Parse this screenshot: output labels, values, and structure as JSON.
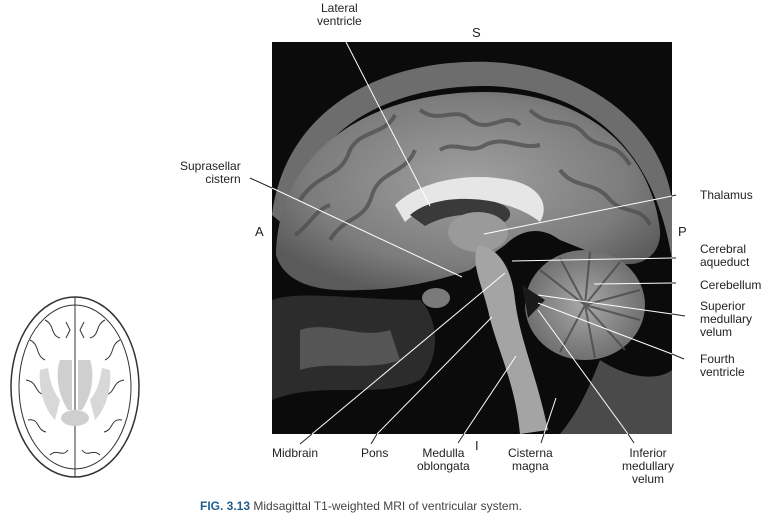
{
  "orientation": {
    "superior": "S",
    "inferior": "I",
    "anterior": "A",
    "posterior": "P"
  },
  "labels": {
    "lateral_ventricle": "Lateral\nventricle",
    "suprasellar_cistern": "Suprasellar\ncistern",
    "thalamus": "Thalamus",
    "cerebral_aqueduct": "Cerebral\naqueduct",
    "cerebellum": "Cerebellum",
    "superior_medullary_velum": "Superior\nmedullary\nvelum",
    "fourth_ventricle": "Fourth\nventricle",
    "midbrain": "Midbrain",
    "pons": "Pons",
    "medulla_oblongata": "Medulla\noblongata",
    "cisterna_magna": "Cisterna\nmagna",
    "inferior_medullary_velum": "Inferior\nmedullary\nvelum"
  },
  "caption": {
    "figure_number": "FIG. 3.13",
    "text": "Midsagittal T1-weighted MRI of ventricular system."
  },
  "colors": {
    "mri_background": "#0b0b0b",
    "brain_tissue": "#8a8a8a",
    "ventricle_light": "#e6e6e6",
    "leader_line": "#ffffff",
    "caption_accent": "#1f5d8c"
  }
}
